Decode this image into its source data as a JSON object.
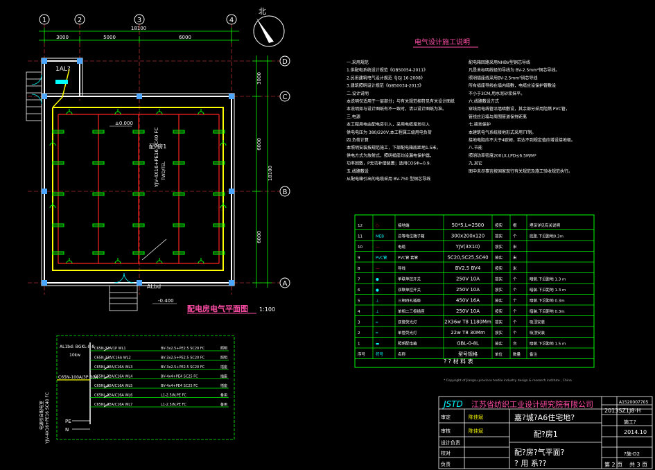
{
  "colors": {
    "background": "#000000",
    "wall": "#ffffff",
    "conduit": "#ffff00",
    "circuit": "#ff2020",
    "fixture": "#00ff00",
    "dimension": "#00ff00",
    "text": "#ffffff",
    "title": "#ff4da6",
    "axis": "#ffffff",
    "table": "#00ff00",
    "title_block": "#ffffff",
    "company": "#ff4da6",
    "highlight": "#00ffff"
  },
  "plan": {
    "axes_top": [
      "1",
      "2",
      "3",
      "4"
    ],
    "axes_right": [
      "D",
      "C",
      "B",
      "A"
    ],
    "dims_top": [
      "3000",
      "5000",
      "6000"
    ],
    "dim_total_top": "18100",
    "dims_right": [
      "3000",
      "6000",
      "6000"
    ],
    "dim_total_right": "18100",
    "north_label": "北",
    "room_label": "配?房1",
    "cable_label": "YJV-4X16+PE16 SC40 FC",
    "cable_label2": "TWD/TEL",
    "level_top": "±0.000",
    "level_bottom": "-0.400",
    "panel_label": "1AL?",
    "panel_label2": "ALbd",
    "caption": "配电房电气平面图",
    "scale": "1:100"
  },
  "notes": {
    "heading": "电气设计施工说明",
    "left": [
      "一.采用规范",
      "1.供配电系统设计规范《GB50054-2011》",
      "2.民用建筑电气设计规范《JGJ 16-2008》",
      "3.建筑照明设计规范《GB50034-2013》",
      "二.设计说明",
      "本说明仅适用于一层部分；与有关规范相符见有关设计图纸",
      "本说明如与设计图纸有不一致时，请以设计图纸为准。",
      "三.电源",
      "本工程用电由配电房引入，采用电缆埋地引入",
      "供电电压为 380/220V,本工程属三级用电负荷",
      "四.负荷计算",
      "本照明安装按规范施工，下部配电箱底距地1.5米，",
      "供电方式为放射式，照明插座均设漏电保护器。",
      "功率因数，P无功补偿装置；选用COSΦ=0.9.",
      "五.线路敷设",
      "从配电箱引出的电缆采用 BV-750 型铜芯导线"
    ],
    "right": [
      "配电箱回路采用NHBV型铜芯导线",
      "凡是未标明线径的导线为 BV-2.5mm²铜芯导线。",
      "照明插座线采用BV-2.5mm²铜芯导线",
      "所有插座导线在墙内暗敷，电缆应设保护管敷设",
      "不小于3CM,用水泥砂浆抹平。",
      "六.线路敷设方式",
      "穿线用电线管沿墙暗敷设，其余部分采用阻燃 PVC管，",
      "管线应沿墙与周围管道保持距离",
      "七.接地保护",
      "本建筑电气系统接地形式采用TT制。",
      "接地电阻应不大于4欧姆，若达不到规定值应增设接地极。",
      "八.节能",
      "照明功率密度200LX,LPD≤6.5M/M²",
      "九.其它",
      "图中未尽事宜按国家现行有关规范及施工验收规范执行。"
    ]
  },
  "legend": {
    "header": [
      "序号",
      "符号",
      "名称",
      "型号规格",
      "单位",
      "数量",
      "备注"
    ],
    "rows": [
      [
        "12",
        "○",
        "接地端",
        "50*5,L=2500",
        "按实",
        "根",
        "埋深详见有关说明"
      ],
      [
        "11",
        "MEB",
        "总等电位端子箱",
        "300x200x120",
        "按实",
        "个",
        "底距.下沿距地0.3m"
      ],
      [
        "10",
        "—",
        "电缆",
        "YJV(3X10)",
        "按实",
        "米",
        ""
      ],
      [
        "9",
        "PVC管",
        "PVC管  套管",
        "SC20,SC25,SC40",
        "按实",
        "米",
        ""
      ],
      [
        "8",
        "—",
        "导线",
        "BV2.5  BV4",
        "按实",
        "米",
        ""
      ],
      [
        "7",
        "●",
        "单联单控开关",
        "250V  10A",
        "按实",
        "个",
        "暗装.下沿距地 1.3 m"
      ],
      [
        "6",
        "●",
        "双联单控开关",
        "250V  10A",
        "按实",
        "个",
        "暗装.下沿距地 1.3 m"
      ],
      [
        "5",
        "⊥",
        "三相四孔插座",
        "450V  16A",
        "按实",
        "个",
        "暗装.下沿距地 0.3m"
      ],
      [
        "4",
        "⊥",
        "单相二三极插座",
        "250V  10A",
        "按实",
        "个",
        "暗装.下沿距地 0.3m"
      ],
      [
        "3",
        "═",
        "双管荧光灯",
        "2X36w  T8 1180Mm",
        "按实",
        "个",
        "吸顶安装"
      ],
      [
        "2",
        "═",
        "单管荧光灯",
        "22w  T8 30Mm",
        "按实",
        "个",
        "吸顶安装"
      ],
      [
        "1",
        "▬",
        "照明配电箱",
        "GBL-0-8L",
        "按实",
        "台",
        "暗装.下沿距地 1.5 m"
      ]
    ],
    "caption": "? ? 材 料 表"
  },
  "schematic": {
    "incoming": "YJV-4X16+PE16 SC40 FC",
    "incoming2": "电源引自配电室",
    "main_breaker": "C65N-100A/3P 30A",
    "box_label": "AL1bd: BGKL-II-8",
    "pe": "PE",
    "n": "N",
    "power": "10kw",
    "branches": [
      [
        "C65N-32A/1P  WL1",
        "BV-3x2.5+PE2.5 SC20 FC",
        "照明"
      ],
      [
        "C65N-32A/C16A  WL2",
        "BV-3x2.5+PE2.5 SC20 FC",
        "照明"
      ],
      [
        "C65NL-32A/C16A  WL3",
        "BV-3x2.5+PE2.5 SC20 FC",
        "插座"
      ],
      [
        "C65NL-32A/C16A  WL4",
        "BV-4x4+PE4 SC25 FC",
        "插座"
      ],
      [
        "C65NL-32A/C16A  WL5",
        "BV-4x4+PE4 SC25 FC",
        "插座"
      ],
      [
        "C65NL-32A/C16A  WL6",
        "L1-2.5/N,PE FC",
        "备用"
      ],
      [
        "C65NL-32A/C16A  WL7",
        "L1-2.5/N,PE FC",
        "备用"
      ]
    ]
  },
  "footer": {
    "copyright": "* Copyright of Jiangsu province textile industry design & research institute , China"
  },
  "title_block": {
    "logo": "JSTD",
    "company": "江苏省纺织工业设计研究院有限公司",
    "project": "嘉?城?A6住宅地?",
    "sheet_name": "配?房1",
    "drawing_title_1": "配?房?气平面?",
    "drawing_title_2": "?  用      系??",
    "roles": [
      "审定",
      "审核",
      "设计负责",
      "校对",
      "负责"
    ],
    "names": [
      "陈佳斌",
      "陈佳斌",
      "",
      "",
      ""
    ],
    "project_no": "A1520007705",
    "job_no": "2013SZ1J8-H",
    "discipline": "施工?",
    "date": "2014.10",
    "drawing_no": "?施-D2",
    "sheet": "第 2 页",
    "total": "共 3 页"
  }
}
